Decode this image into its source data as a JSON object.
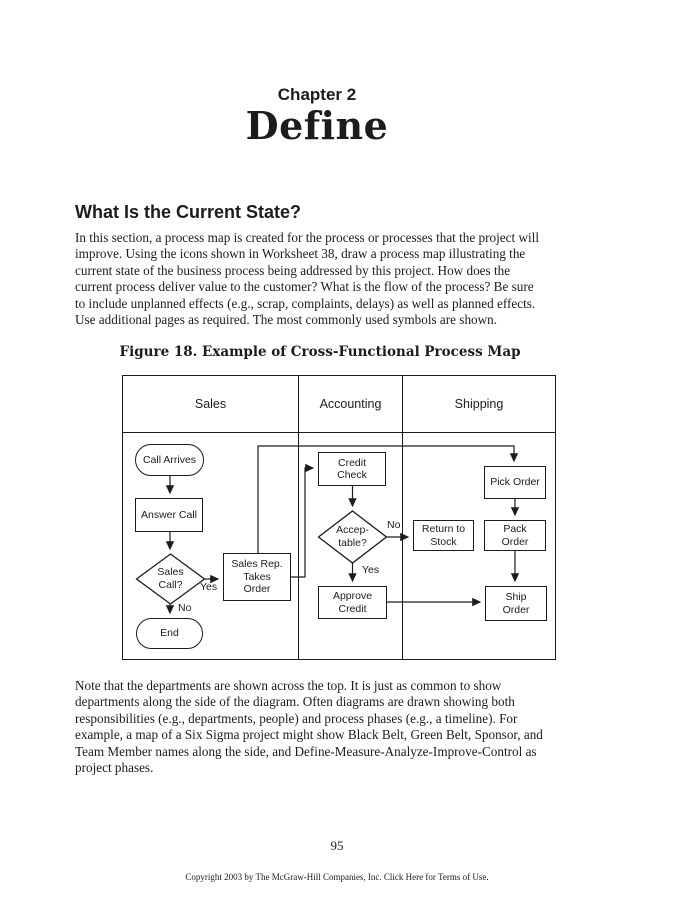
{
  "page": {
    "chapter_label": "Chapter 2",
    "chapter_title": "Define",
    "section_heading": "What Is the Current State?",
    "intro_paragraph": {
      "lines": [
        "In this section, a process map is created for the process or processes that the project will",
        "improve. Using the icons shown in Worksheet 38, draw a process map illustrating the",
        "current state of the business process being addressed by this project. How does the",
        "current process deliver value to the customer? What is the flow of the process? Be sure",
        "to include unplanned effects (e.g., scrap, complaints, delays) as well as planned effects.",
        "Use additional pages as required. The most commonly used symbols are shown."
      ]
    },
    "figure_caption": "Figure 18. Example of Cross-Functional Process Map",
    "note_paragraph": {
      "lines": [
        "Note that the departments are shown across the top. It is just as common to show",
        "departments along the side of the diagram. Often diagrams are drawn showing both",
        "responsibilities (e.g., departments, people) and process phases (e.g., a timeline). For",
        "example, a map of a Six Sigma project might show Black Belt, Green Belt, Sponsor, and",
        "Team Member names along the side, and Define-Measure-Analyze-Improve-Control as",
        "project phases."
      ]
    },
    "page_number": "95",
    "copyright_line": "Copyright 2003 by The McGraw-Hill Companies, Inc. Click Here for Terms of Use."
  },
  "diagram": {
    "lanes": [
      {
        "label": "Sales"
      },
      {
        "label": "Accounting"
      },
      {
        "label": "Shipping"
      }
    ],
    "nodes": {
      "call_arrives": {
        "type": "terminator",
        "lane": "Sales",
        "lines": [
          "Call Arrives"
        ]
      },
      "answer_call": {
        "type": "process",
        "lane": "Sales",
        "lines": [
          "Answer Call"
        ]
      },
      "sales_call": {
        "type": "decision",
        "lane": "Sales",
        "lines": [
          "Sales",
          "Call?"
        ]
      },
      "end": {
        "type": "terminator",
        "lane": "Sales",
        "lines": [
          "End"
        ]
      },
      "sales_rep": {
        "type": "process",
        "lane": "Sales",
        "lines": [
          "Sales Rep.",
          "Takes",
          "Order"
        ]
      },
      "credit_check": {
        "type": "process",
        "lane": "Accounting",
        "lines": [
          "Credit",
          "Check"
        ]
      },
      "acceptable": {
        "type": "decision",
        "lane": "Accounting",
        "lines": [
          "Accep-",
          "table?"
        ]
      },
      "approve_credit": {
        "type": "process",
        "lane": "Accounting",
        "lines": [
          "Approve",
          "Credit"
        ]
      },
      "return_to_stock": {
        "type": "process",
        "lane": "Shipping",
        "lines": [
          "Return to",
          "Stock"
        ]
      },
      "pick_order": {
        "type": "process",
        "lane": "Shipping",
        "lines": [
          "Pick Order"
        ]
      },
      "pack_order": {
        "type": "process",
        "lane": "Shipping",
        "lines": [
          "Pack",
          "Order"
        ]
      },
      "ship_order": {
        "type": "process",
        "lane": "Shipping",
        "lines": [
          "Ship",
          "Order"
        ]
      }
    },
    "edges": [
      {
        "from": "call_arrives",
        "to": "answer_call",
        "label": ""
      },
      {
        "from": "answer_call",
        "to": "sales_call",
        "label": ""
      },
      {
        "from": "sales_call",
        "to": "sales_rep",
        "label": "Yes"
      },
      {
        "from": "sales_call",
        "to": "end",
        "label": "No"
      },
      {
        "from": "sales_rep",
        "to": "pick_order",
        "label": ""
      },
      {
        "from": "sales_rep",
        "to": "credit_check",
        "label": ""
      },
      {
        "from": "credit_check",
        "to": "acceptable",
        "label": ""
      },
      {
        "from": "acceptable",
        "to": "return_to_stock",
        "label": "No"
      },
      {
        "from": "acceptable",
        "to": "approve_credit",
        "label": "Yes"
      },
      {
        "from": "approve_credit",
        "to": "ship_order",
        "label": ""
      },
      {
        "from": "pick_order",
        "to": "pack_order",
        "label": ""
      },
      {
        "from": "pack_order",
        "to": "ship_order",
        "label": ""
      }
    ]
  },
  "colors": {
    "ink": "#1c1c1c",
    "paper": "#ffffff"
  }
}
